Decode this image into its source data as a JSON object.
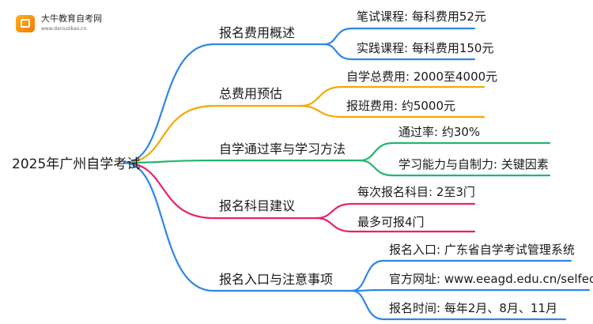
{
  "watermark": {
    "title": "大牛教育自考网",
    "url": "www.daniuzikao.cn"
  },
  "root": {
    "label": "2025年广州自学考试"
  },
  "branches": [
    {
      "label": "报名费用概述",
      "color": "#2f86e8",
      "children": [
        "笔试课程: 每科费用52元",
        "实践课程: 每科费用150元"
      ]
    },
    {
      "label": "总费用预估",
      "color": "#f2a900",
      "children": [
        "自学总费用: 2000至4000元",
        "报班费用: 约5000元"
      ]
    },
    {
      "label": "自学通过率与学习方法",
      "color": "#22b573",
      "children": [
        "通过率: 约30%",
        "学习能力与自制力: 关键因素"
      ]
    },
    {
      "label": "报名科目建议",
      "color": "#e8216f",
      "children": [
        "每次报名科目: 2至3门",
        "最多可报4门"
      ]
    },
    {
      "label": "报名入口与注意事项",
      "color": "#2f86e8",
      "children": [
        "报名入口: 广东省自学考试管理系统",
        "官方网址: www.eeagd.edu.cn/selfec/",
        "报名时间: 每年2月、8月、11月"
      ]
    }
  ]
}
